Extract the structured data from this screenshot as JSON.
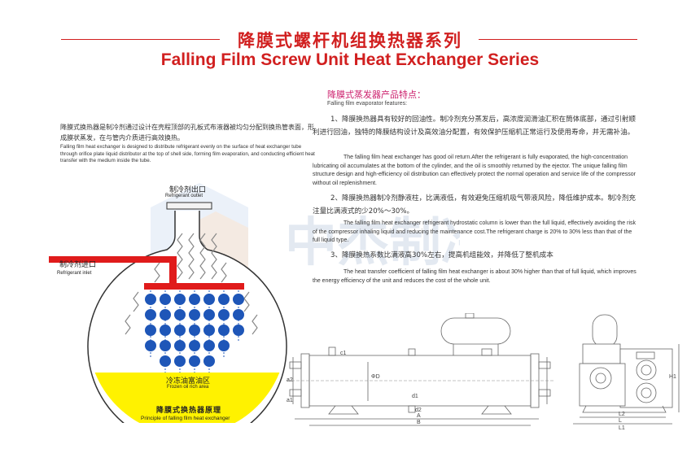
{
  "header": {
    "title_zh": "降膜式螺杆机组换热器系列",
    "title_en": "Falling Film Screw Unit Heat Exchanger Series"
  },
  "intro": {
    "zh": "降膜式换热器是制冷剂通过设计在壳程顶部的孔板式布液器被均匀分配到换热管表面，形成膜状蒸发，在与管内介质进行高效换热。",
    "en": "Falling film heat exchanger is designed to distribute refrigerant evenly on the surface of heat exchanger tube through orifice plate liquid distributor at the top of shell side, forming film evaporation, and conducting efficient heat transfer with the medium inside the tube."
  },
  "diagram": {
    "outlet_zh": "制冷剂出口",
    "outlet_en": "Refrigerant outlet",
    "inlet_zh": "制冷剂进口",
    "inlet_en": "Refrigerant inlet",
    "oil_zh": "冷冻油富油区",
    "oil_en": "Frozen oil rich area",
    "caption_zh": "降膜式换热器原理",
    "caption_en": "Principle of falling film heat exchanger",
    "colors": {
      "tube": "#1e56b8",
      "inlet_pipe": "#e01b1b",
      "oil": "#fff200"
    }
  },
  "watermark": {
    "text": "中杰制冷"
  },
  "features": {
    "title": "降膜式蒸发器产品特点：",
    "subtitle": "Falling film evaporator features:",
    "items": [
      {
        "zh": "1、降膜换热器具有较好的回油性。制冷剂充分蒸发后，高浓度润滑油汇积在筒体底部，通过引射顺利进行回油，独特的降膜结构设计及高效油分配置，有效保护压缩机正常运行及使用寿命，并无需补油。",
        "en": "The falling film heat exchanger has good oil return.After the refrigerant is fully evaporated, the high-concentration lubricating oil accumulates at the bottom of the cylinder, and the oil is smoothly returned by the ejector. The unique falling film structure design and high-efficiency oil distribution can effectively protect the normal operation and service life of the compressor without oil replenishment."
      },
      {
        "zh": "2、降膜换热器制冷剂静液柱，比满液低，有效避免压缩机吸气带液风险，降低维护成本。制冷剂充注量比满液式的少20%～30%。",
        "en": "The falling film heat exchanger refrigerant hydrostatic column is lower than the full liquid, effectively avoiding the risk of the compressor inhaling liquid and reducing the maintenance cost.The refrigerant charge is 20% to 30% less than that of the full liquid type."
      },
      {
        "zh": "3、降膜换热系数比满液高30%左右，提高机组能效，并降低了整机成本",
        "en": "The heat transfer coefficient of falling film heat exchanger is about 30% higher than that of full liquid, which improves the energy efficiency of the unit and reduces the cost of the whole unit."
      }
    ]
  },
  "drawing": {
    "labels": [
      "c1",
      "ΦD",
      "a2",
      "a1",
      "d1",
      "d2",
      "A",
      "B",
      "L2",
      "L",
      "L1",
      "H1"
    ]
  }
}
